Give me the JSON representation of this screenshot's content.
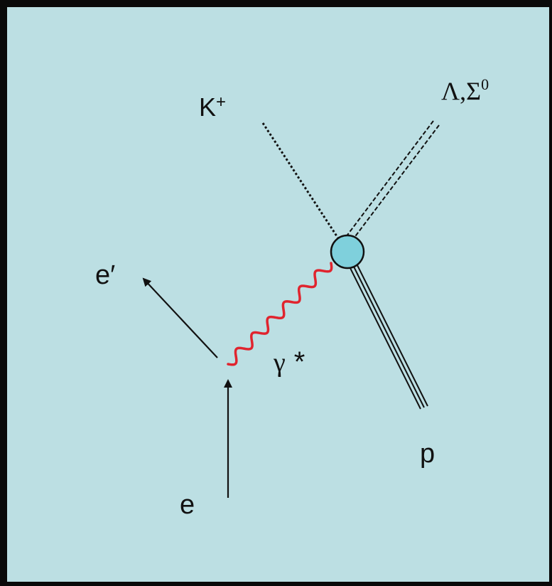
{
  "diagram": {
    "labels": {
      "kaon_base": "K",
      "kaon_charge": "+",
      "hyperon_base": "Λ,Σ",
      "hyperon_sup": "0",
      "scattered_electron": "e′",
      "incoming_electron": "e",
      "virtual_photon_gamma": "γ",
      "virtual_photon_star": "*",
      "proton": "p"
    },
    "colors": {
      "background": "#bcdfe3",
      "frame": "#0a0a0a",
      "photon": "#e0242e",
      "vertex_fill": "#7fd0dc",
      "line": "#111111"
    }
  }
}
